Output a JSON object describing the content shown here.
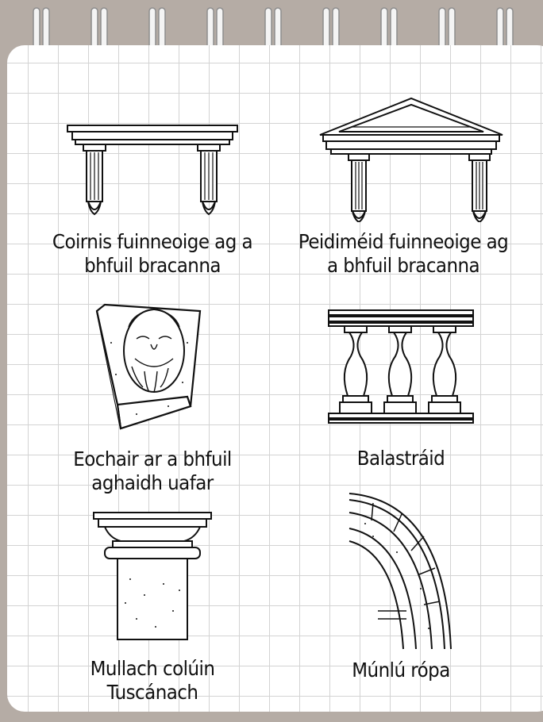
{
  "items": [
    {
      "caption": "Coirnis fuinneoige ag a bhfuil bracanna",
      "art": "cornice-icon"
    },
    {
      "caption": "Peidiméid fuinneoige ag a bhfuil bracanna",
      "art": "pediment-icon"
    },
    {
      "caption": "Eochair ar a bhfuil aghaidh uafar",
      "art": "grotesque-keystone-icon"
    },
    {
      "caption": "Balastráid",
      "art": "balustrade-icon"
    },
    {
      "caption": "Mullach colúin Tuscánach",
      "art": "tuscan-capital-icon"
    },
    {
      "caption": "Múnlú rópa",
      "art": "rope-moulding-icon"
    }
  ],
  "colors": {
    "background": "#b5aca5",
    "paper": "#ffffff",
    "grid": "#d3d3d3",
    "ink": "#111111"
  }
}
